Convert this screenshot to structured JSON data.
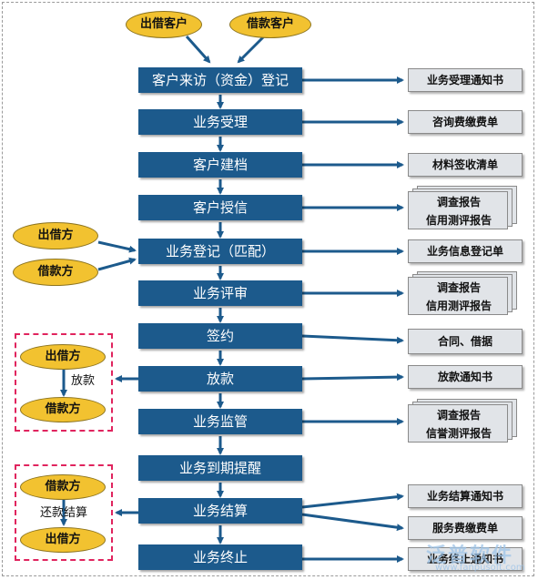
{
  "top_customers": [
    "出借客户",
    "借款客户"
  ],
  "steps": [
    "客户来访（资金）登记",
    "业务受理",
    "客户建档",
    "客户授信",
    "业务登记（匹配）",
    "业务评审",
    "签约",
    "放款",
    "业务监管",
    "业务到期提醒",
    "业务结算",
    "业务终止"
  ],
  "left_inputs": [
    "出借方",
    "借款方"
  ],
  "docs": {
    "d1": "业务受理通知书",
    "d2": "咨询费缴费单",
    "d3": "材料签收清单",
    "d4": [
      "调查报告",
      "信用测评报告"
    ],
    "d5": "业务信息登记单",
    "d6": [
      "调查报告",
      "信用测评报告"
    ],
    "d7": "合同、借据",
    "d8": "放款通知书",
    "d9": [
      "调查报告",
      "信誉测评报告"
    ],
    "d10a": "业务结算通知书",
    "d10b": "服务费缴费单",
    "d11": "业务终止通知书"
  },
  "loan_box": {
    "from": "出借方",
    "action": "放款",
    "to": "借款方"
  },
  "repay_box": {
    "from": "借款方",
    "action": "还款结算",
    "to": "出借方"
  },
  "watermark": {
    "text": "泛普软件",
    "sub": "www.fanpusoft.com"
  },
  "colors": {
    "step_fill": "#1c5a8c",
    "oval_fill": "#f2c230",
    "doc_fill": "#e1e4e8",
    "dash_border": "#e0245e",
    "arrow": "#1c5a8c"
  }
}
